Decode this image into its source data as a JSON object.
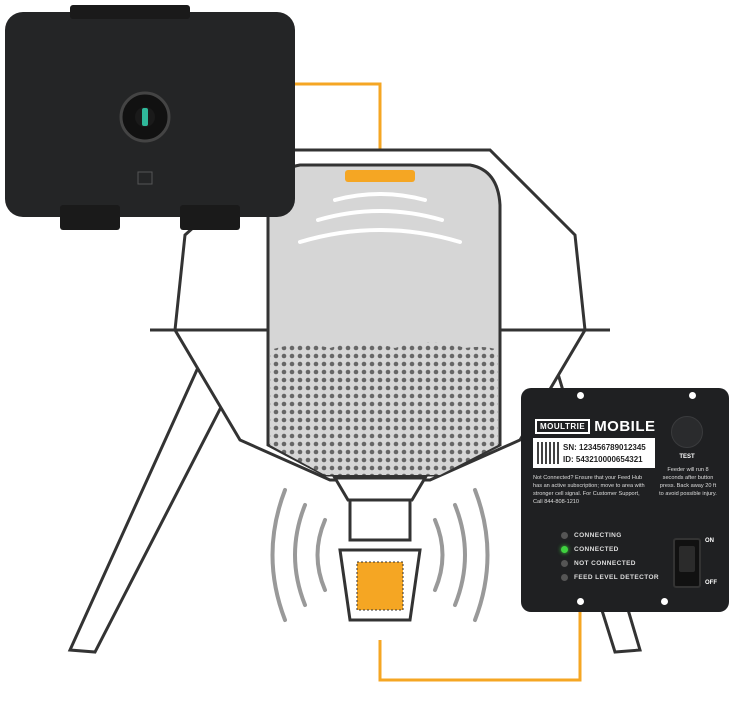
{
  "colors": {
    "accent": "#f5a623",
    "device": "#1f2022",
    "hopper_fill": "#d6d6d6",
    "led_on": "#3fd13f"
  },
  "hub": {
    "brand_box": "MOULTRIE",
    "brand_name": "MOBILE",
    "sn": "SN: 123456789012345",
    "id": "ID: 543210000654321",
    "notice": "Not Connected? Ensure that your Feed Hub has an active subscription; move to area with stronger cell signal. For Customer Support, Call 844-808-1210",
    "test_label": "TEST",
    "test_note": "Feeder will run 8 seconds after button press. Back away 20 ft to avoid possible injury.",
    "leds": [
      {
        "label": "CONNECTING",
        "on": false
      },
      {
        "label": "CONNECTED",
        "on": true
      },
      {
        "label": "NOT CONNECTED",
        "on": false
      },
      {
        "label": "FEED LEVEL DETECTOR",
        "on": false
      }
    ],
    "switch_on": "ON",
    "switch_off": "OFF"
  }
}
